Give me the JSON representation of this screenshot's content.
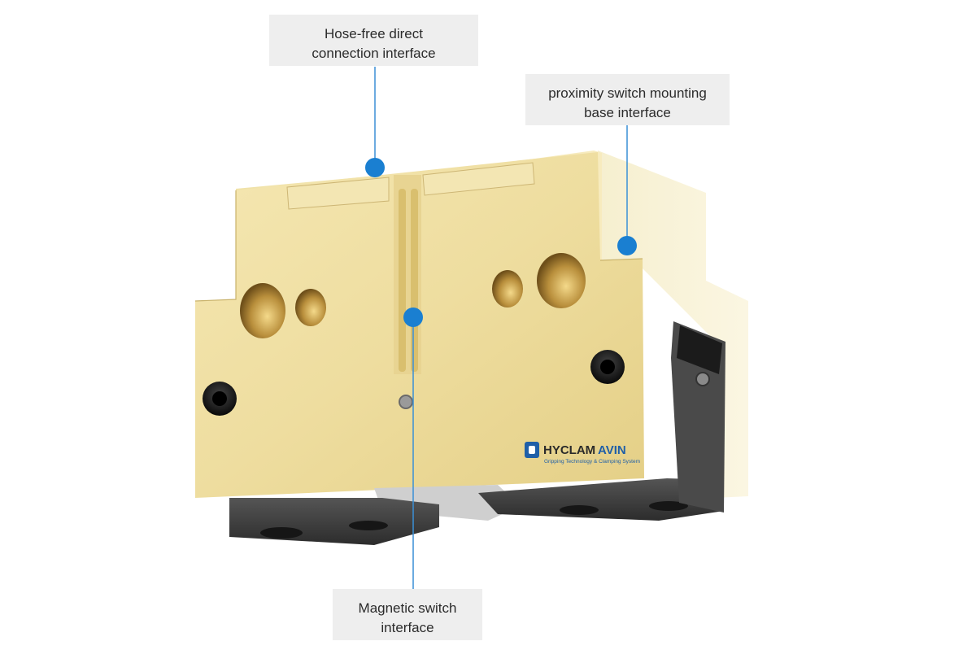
{
  "callouts": {
    "hose_free": {
      "line1": "Hose-free direct",
      "line2": "connection interface"
    },
    "proximity": {
      "line1": "proximity switch mounting",
      "line2": "base interface"
    },
    "magnetic": {
      "line1": "Magnetic switch",
      "line2": "interface"
    }
  },
  "logo": {
    "brand_a": "HYCLAM",
    "brand_b": "AVIN",
    "tagline": "Gripping Technology & Clamping System"
  },
  "colors": {
    "marker": "#1a7fd1",
    "leader_line": "#3a8fd6",
    "body_gold": "#ecdca3",
    "body_gold_dark": "#d6c07a",
    "jaw_dark": "#3a3a3a",
    "callout_bg": "#eeeeee",
    "logo_blue": "#1f5fa8"
  }
}
